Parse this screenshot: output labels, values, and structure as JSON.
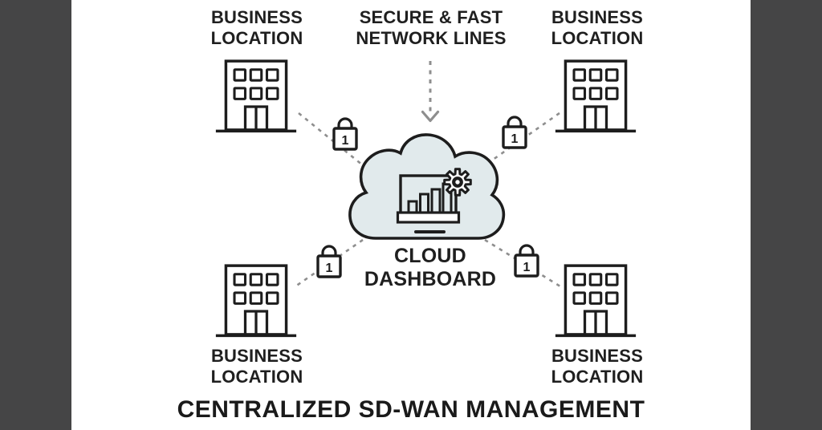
{
  "colors": {
    "letterbox": "#454546",
    "canvas": "#ffffff",
    "outline": "#1d1d1d",
    "dash_line": "#8e8e8e",
    "cloud_fill": "#e1eaec",
    "text": "#1f1f1f"
  },
  "labels": {
    "network_lines_line1": "SECURE & FAST",
    "network_lines_line2": "NETWORK LINES",
    "cloud_line1": "CLOUD",
    "cloud_line2": "DASHBOARD",
    "title": "CENTRALIZED SD-WAN MANAGEMENT",
    "lock_badge": "1"
  },
  "locations": [
    {
      "position": "top-left",
      "line1": "BUSINESS",
      "line2": "LOCATION"
    },
    {
      "position": "top-right",
      "line1": "BUSINESS",
      "line2": "LOCATION"
    },
    {
      "position": "bottom-left",
      "line1": "BUSINESS",
      "line2": "LOCATION"
    },
    {
      "position": "bottom-right",
      "line1": "BUSINESS",
      "line2": "LOCATION"
    }
  ]
}
